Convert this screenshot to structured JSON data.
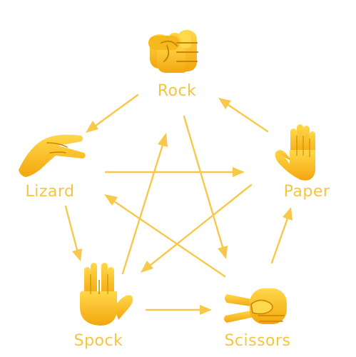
{
  "colors": {
    "arrow": "#f8c84b",
    "label": "#f5c542",
    "hand_fill": "#fcc21b",
    "hand_shade": "#e59600",
    "hand_line": "#c98600"
  },
  "nodes": [
    {
      "id": "rock",
      "label": "Rock",
      "icon": "fist-icon"
    },
    {
      "id": "paper",
      "label": "Paper",
      "icon": "raised-hand-icon"
    },
    {
      "id": "scissors",
      "label": "Scissors",
      "icon": "victory-hand-icon"
    },
    {
      "id": "spock",
      "label": "Spock",
      "icon": "vulcan-salute-icon"
    },
    {
      "id": "lizard",
      "label": "Lizard",
      "icon": "lizard-hand-icon"
    }
  ]
}
